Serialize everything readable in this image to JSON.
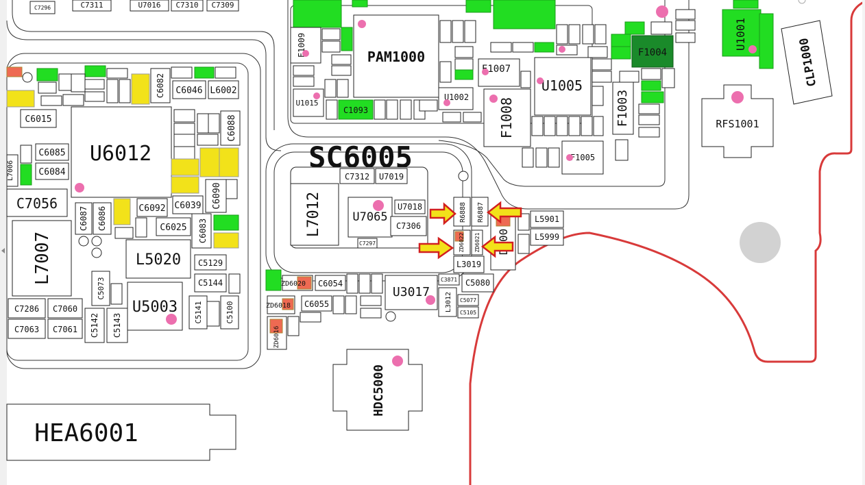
{
  "colors": {
    "component_outline": "#222222",
    "highlight_green": "#22dd22",
    "highlight_dark_green": "#1a8a2a",
    "highlight_yellow": "#f2e21a",
    "highlight_red": "#ee6a52",
    "test_point_pink": "#ec6fae",
    "keepout_red_outline": "#d83a3a",
    "arrow_fill": "#f2e21a",
    "arrow_stroke": "#d21f1f"
  },
  "labels": {
    "sc6005": "SC6005",
    "hea6001": "HEA6001",
    "u6012": "U6012",
    "pam1000": "PAM1000",
    "u1005": "U1005",
    "u1001": "U1001",
    "clp1000": "CLP1000",
    "rfs1001": "RFS1001",
    "f1004": "F1004",
    "f1003": "F1003",
    "f1008": "F1008",
    "f1007": "F1007",
    "f1005": "F1005",
    "f1009": "F1009",
    "u1002": "U1002",
    "u1015": "U1015",
    "c1093": "C1093",
    "l7012": "L7012",
    "u7065": "U7065",
    "c7312": "C7312",
    "u7019": "U7019",
    "u7018": "U7018",
    "c7306": "C7306",
    "c7297": "C7297",
    "r6888": "R6888",
    "r6887": "R6887",
    "zd6022": "ZD6022",
    "zd6021": "ZD6021",
    "d100": "D100",
    "l5901": "L5901",
    "l5999": "L5999",
    "l3019": "L3019",
    "u3017": "U3017",
    "c5080": "C5080",
    "c3871": "C3871",
    "l3012": "L3012",
    "c5077": "C5077",
    "c5105": "C5105",
    "hdc5000": "HDC5000",
    "l7007": "L7007",
    "c7056": "C7056",
    "l5020": "L5020",
    "u5003": "U5003",
    "c6046": "C6046",
    "l6002": "L6002",
    "c6082": "C6082",
    "c6015": "C6015",
    "c6085": "C6085",
    "c6084": "C6084",
    "l7006": "L7006",
    "c6088": "C6088",
    "c6090": "C6090",
    "c6092": "C6092",
    "c6039": "C6039",
    "c6025": "C6025",
    "c6083": "C6083",
    "c6087": "C6087",
    "c6086": "C6086",
    "c5129": "C5129",
    "c5144": "C5144",
    "c5073": "C5073",
    "c5142": "C5142",
    "c5143": "C5143",
    "c5141": "C5141",
    "c5100": "C5100",
    "c7286": "C7286",
    "c7060": "C7060",
    "c7063": "C7063",
    "c7061": "C7061",
    "c6054": "C6054",
    "c6055": "C6055",
    "zd6020": "ZD6020",
    "zd6018": "ZD6018",
    "zd6016": "ZD6016",
    "c7296": "C7296",
    "c7311": "C7311",
    "u7016": "U7016",
    "c7310": "C7310",
    "c7309": "C7309"
  }
}
